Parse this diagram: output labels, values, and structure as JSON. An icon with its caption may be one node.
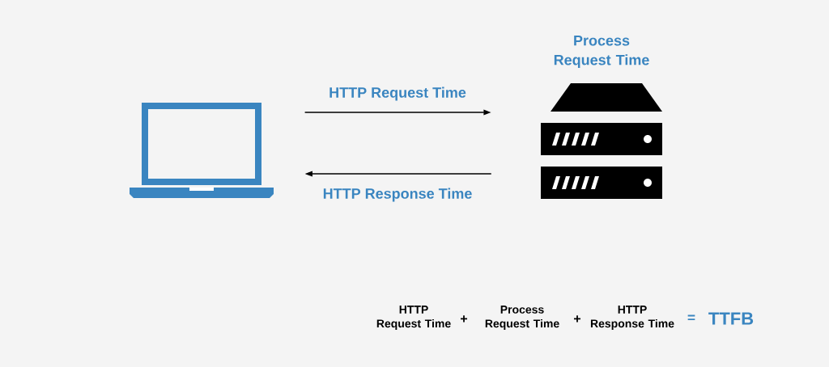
{
  "diagram": {
    "nodes": [
      {
        "text": [],
        "shape": "laptop"
      },
      {
        "text": [],
        "shape": "server",
        "beside": [
          "Process Request Time"
        ]
      }
    ],
    "edges": [
      {
        "from": 0,
        "to": 1,
        "arrow": "to",
        "label": "HTTP Request Time"
      },
      {
        "from": 1,
        "to": 0,
        "arrow": "to",
        "label": "HTTP Response Time"
      }
    ],
    "labels": [
      "HTTP Request Time",
      "+",
      "Process Request Time",
      "+",
      "HTTP Response Time",
      "=",
      "TTFB"
    ]
  }
}
